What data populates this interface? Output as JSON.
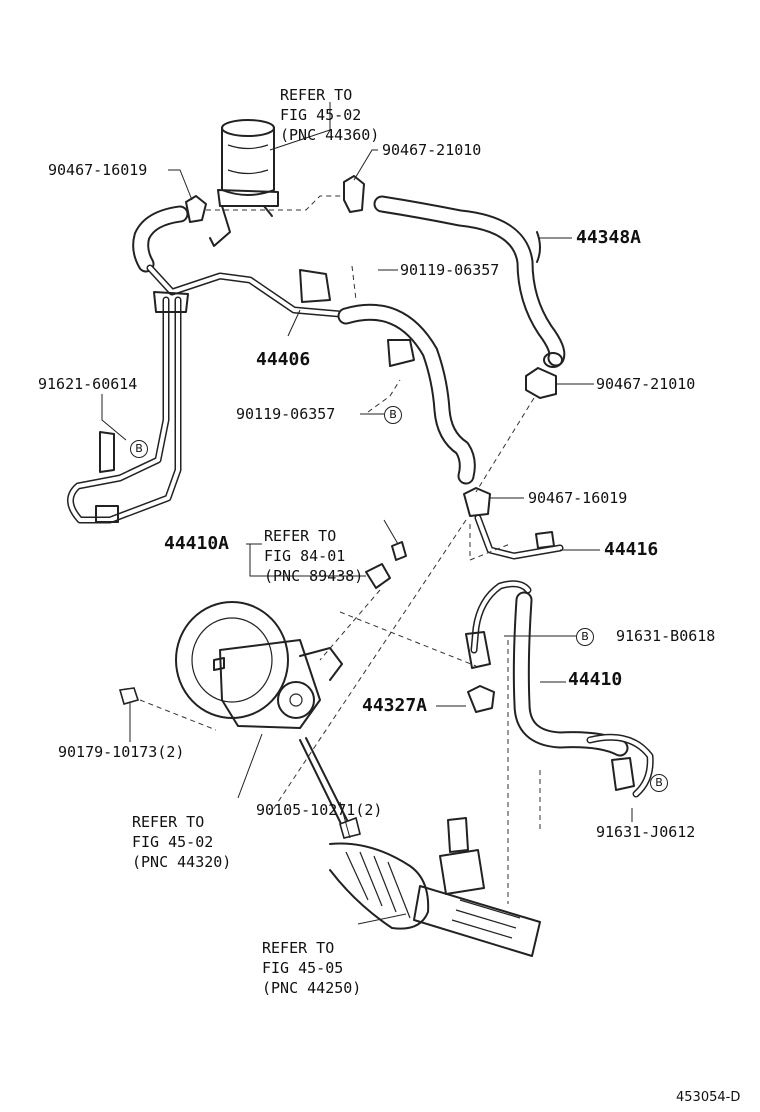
{
  "references": [
    {
      "line1": "REFER TO",
      "line2": "FIG 45-02",
      "line3": "(PNC 44360)"
    },
    {
      "line1": "REFER TO",
      "line2": "FIG 84-01",
      "line3": "(PNC 89438)"
    },
    {
      "line1": "REFER TO",
      "line2": "FIG 45-02",
      "line3": "(PNC 44320)"
    },
    {
      "line1": "REFER TO",
      "line2": "FIG 45-05",
      "line3": "(PNC 44250)"
    }
  ],
  "parts": {
    "clamp_16019_top": "90467-16019",
    "clamp_21010_top": "90467-21010",
    "hose_44348a": "44348A",
    "bolt_06357_top": "90119-06357",
    "tube_44406": "44406",
    "clamp_60614": "91621-60614",
    "clamp_21010_mid": "90467-21010",
    "bolt_06357_mid": "90119-06357",
    "clamp_16019_mid": "90467-16019",
    "switch_44410a": "44410A",
    "tube_44416": "44416",
    "bolt_b0618": "91631-B0618",
    "hose_44410": "44410",
    "clamp_44327a": "44327A",
    "nut_10173": "90179-10173(2)",
    "bolt_10271": "90105-10271(2)",
    "bolt_j0612": "91631-J0612"
  },
  "bolt_marker": "B",
  "diagram_id": "453054-D"
}
